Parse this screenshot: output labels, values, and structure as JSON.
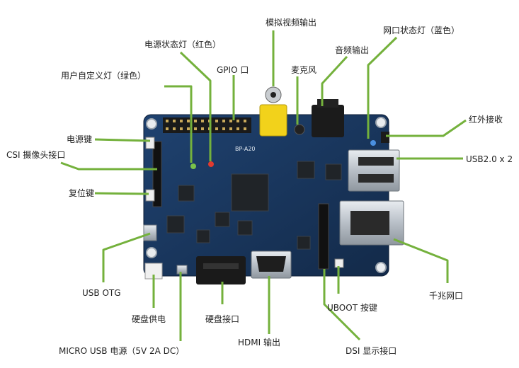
{
  "board": {
    "silk_label": "BP-A20",
    "pcb_color": "#173357",
    "line_color": "#74b13c"
  },
  "labels": {
    "analog_video_out": "模拟视频输出",
    "net_status_led": "网口状态灯（蓝色）",
    "power_status_led": "电源状态灯（红色）",
    "audio_out": "音频输出",
    "gpio": "GPIO 口",
    "microphone": "麦克风",
    "user_led": "用户自定义灯（绿色）",
    "ir_receiver": "红外接收",
    "power_key": "电源键",
    "csi_camera": "CSI 摄像头接口",
    "usb2": "USB2.0 x 2",
    "reset_key": "复位键",
    "usb_otg": "USB OTG",
    "gigabit_lan": "千兆网口",
    "sata_power": "硬盘供电",
    "sata_port": "硬盘接口",
    "uboot_key": "UBOOT 按键",
    "micro_usb_power": "MICRO USB 电源（5V 2A DC）",
    "hdmi_out": "HDMI 输出",
    "dsi_display": "DSI 显示接口"
  }
}
